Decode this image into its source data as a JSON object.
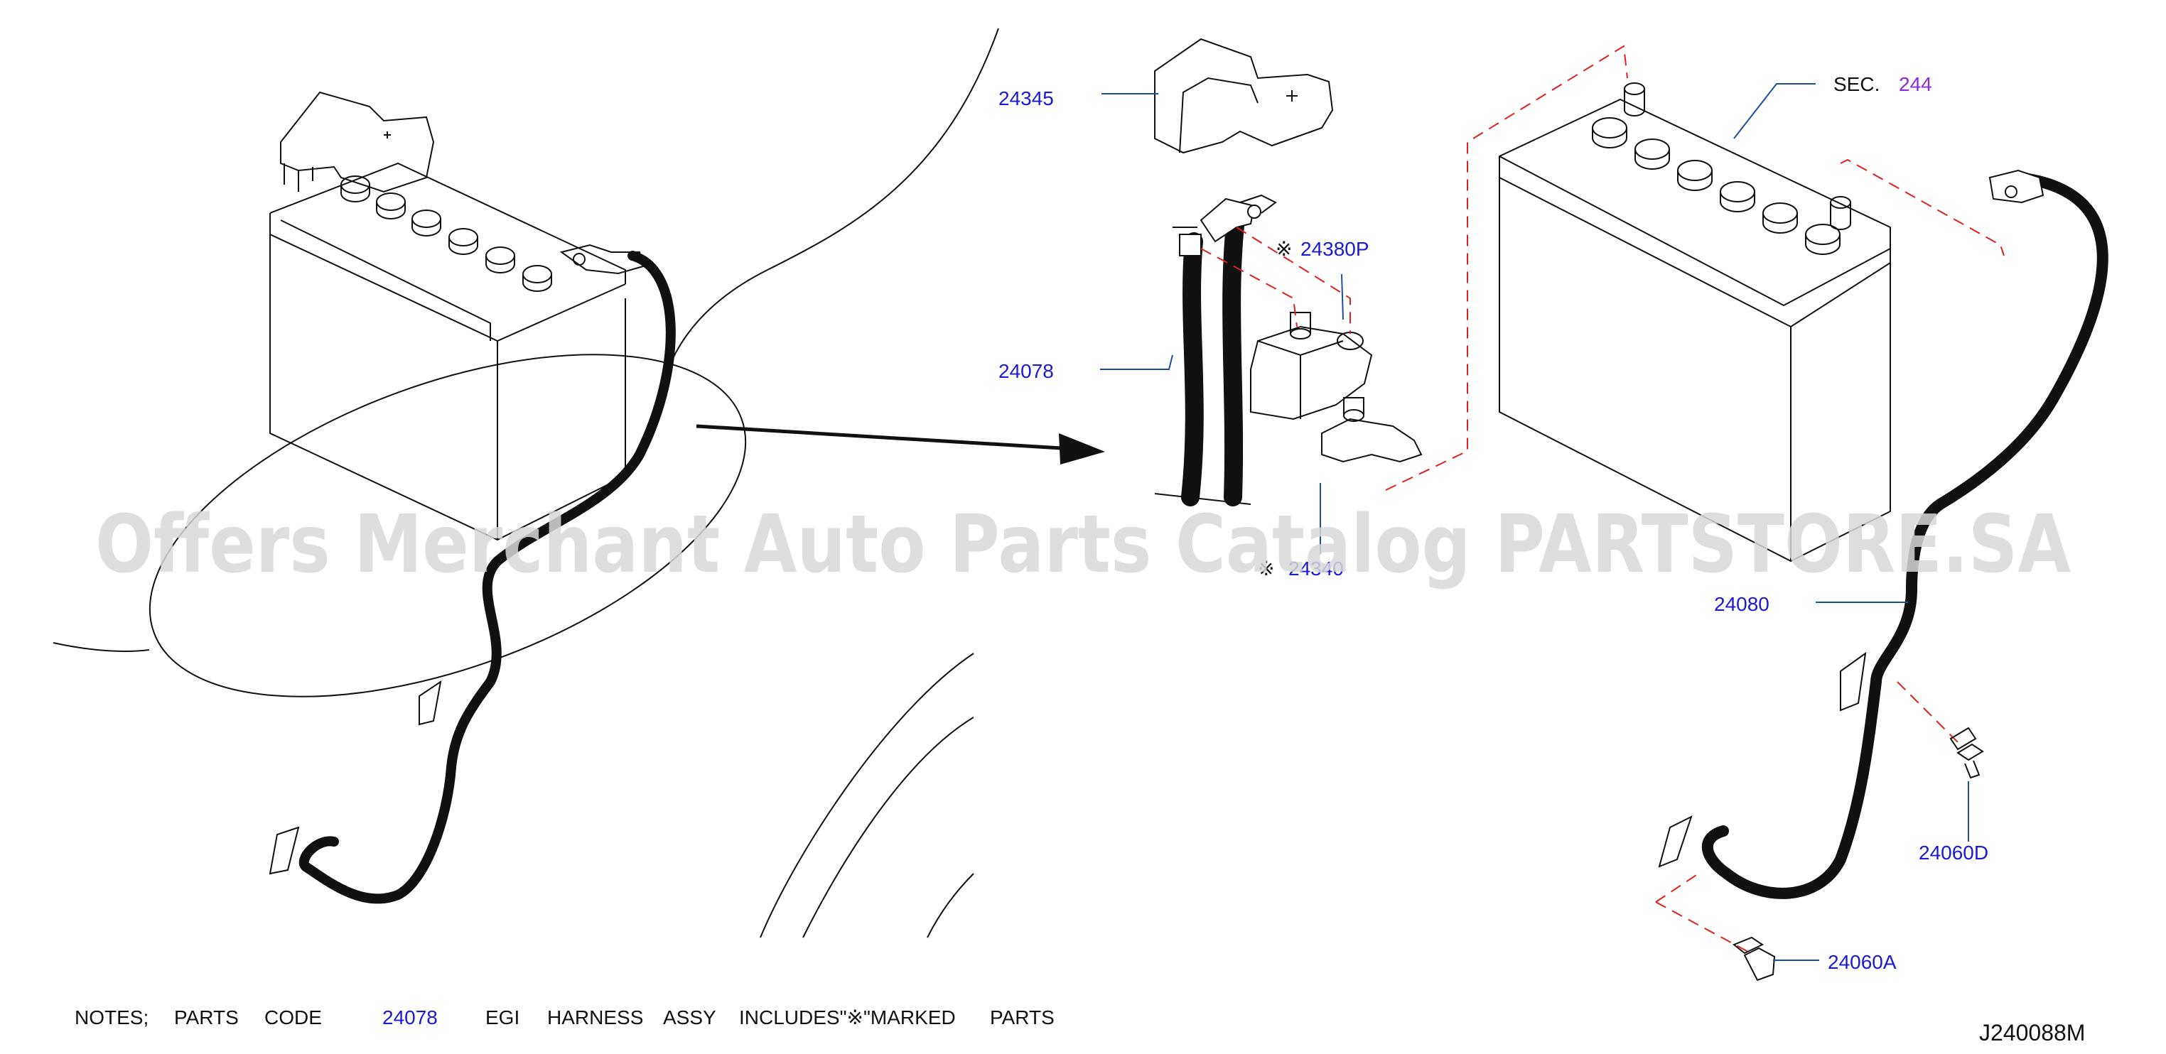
{
  "diagram": {
    "labels": {
      "p24345": "24345",
      "p24078": "24078",
      "p24380p": "24380P",
      "p24340": "24340",
      "p24080": "24080",
      "p24060d": "24060D",
      "p24060a": "24060A",
      "sec": "SEC.",
      "sec_num": "244",
      "ref_mark": "※"
    },
    "notes": {
      "prefix": "NOTES;",
      "parts": "PARTS",
      "code": "CODE",
      "code_value": "24078",
      "egi": "EGI",
      "harness": "HARNESS",
      "assy": "ASSY",
      "includes": "INCLUDES\"※\"MARKED",
      "parts2": "PARTS"
    },
    "drawing_id": "J240088M",
    "watermark": "Offers Merchant Auto Parts Catalog PARTSTORE.SA",
    "colors": {
      "part_number": "#1a1ad6",
      "section_number": "#8a2be2",
      "guide_line": "#1f4e9e",
      "dashed": "#e02020",
      "ink": "#111111",
      "watermark": "#d8d8d8"
    }
  }
}
